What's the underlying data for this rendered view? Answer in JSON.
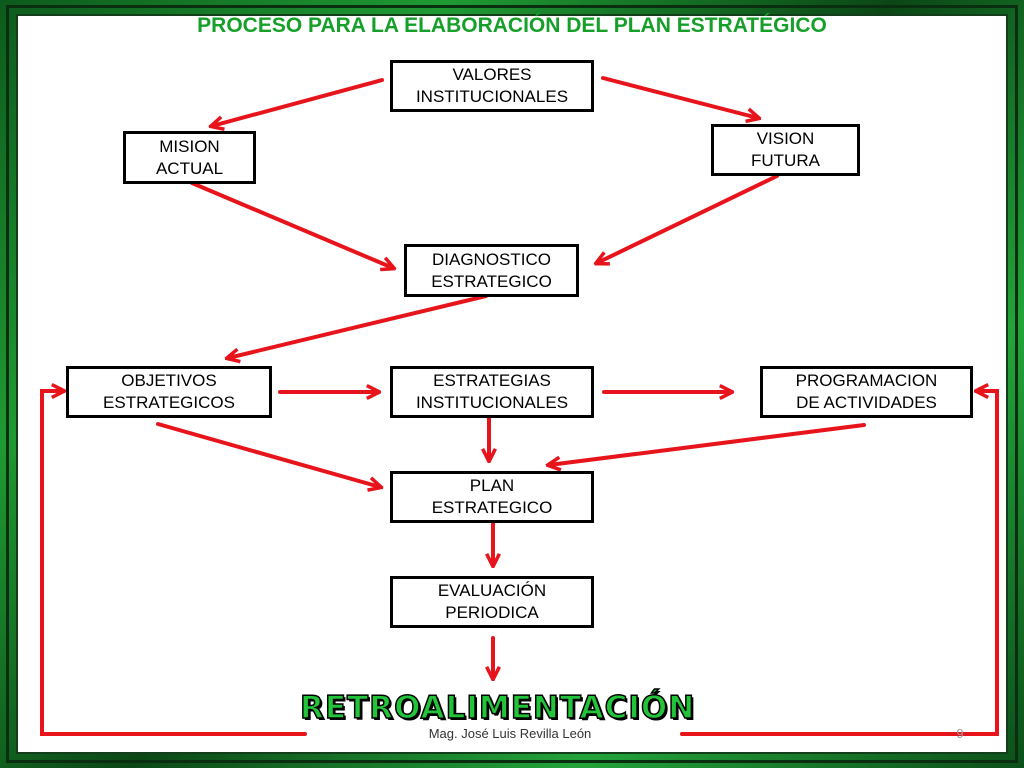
{
  "slide": {
    "title": "PROCESO PARA LA ELABORACIÓN DEL PLAN ESTRATÉGICO",
    "footer_author": "Mag. José Luis Revilla León",
    "page_number": "9",
    "feedback_label": "RETROALIMENTACIÓN"
  },
  "diagram": {
    "nodes": {
      "valores": [
        "VALORES",
        "INSTITUCIONALES"
      ],
      "mision": [
        "MISION",
        "ACTUAL"
      ],
      "vision": [
        "VISION",
        "FUTURA"
      ],
      "diagnostico": [
        "DIAGNOSTICO",
        "ESTRATEGICO"
      ],
      "objetivos": [
        "OBJETIVOS",
        "ESTRATEGICOS"
      ],
      "estrategias": [
        "ESTRATEGIAS",
        "INSTITUCIONALES"
      ],
      "programacion": [
        "PROGRAMACION",
        "DE ACTIVIDADES"
      ],
      "plan": [
        "PLAN",
        "ESTRATEGICO"
      ],
      "evaluacion": [
        "EVALUACIÓN",
        "PERIODICA"
      ]
    },
    "arrow_color": "#e8141c"
  },
  "colors": {
    "title": "#16a02a",
    "frame": "#1f9a33",
    "feedback_text": "#22c43a",
    "box_border": "#000000"
  }
}
